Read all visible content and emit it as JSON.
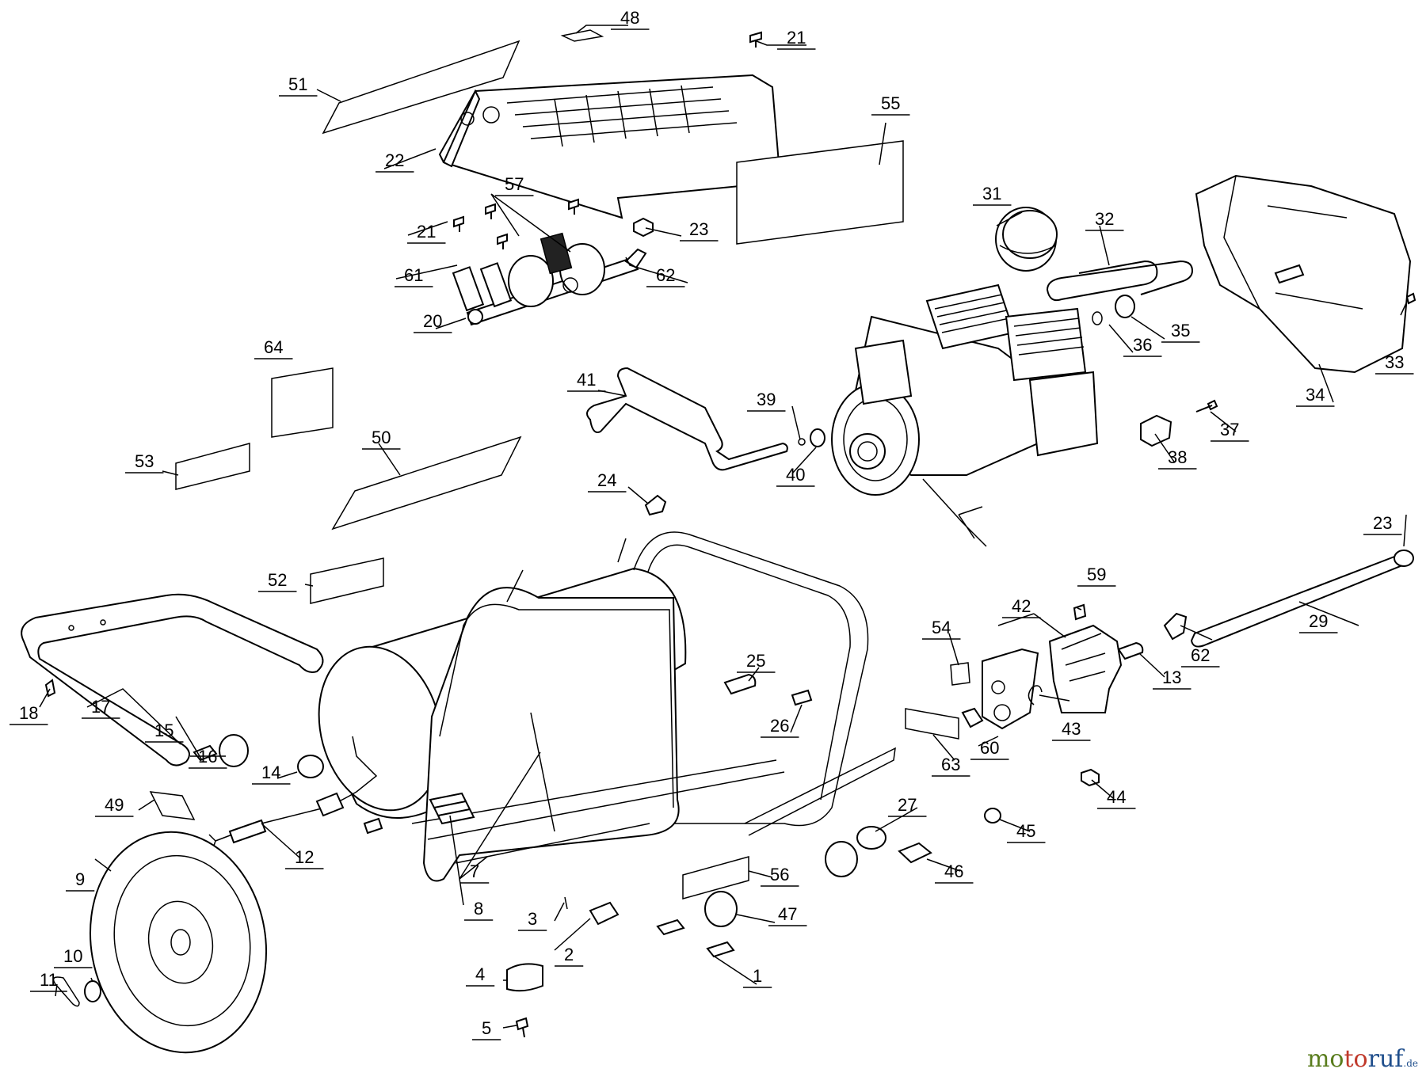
{
  "callouts": [
    "1",
    "2",
    "3",
    "4",
    "5",
    "7",
    "8",
    "9",
    "10",
    "11",
    "12",
    "13",
    "14",
    "15",
    "16",
    "17",
    "18",
    "20",
    "21",
    "21",
    "22",
    "23",
    "23",
    "24",
    "25",
    "26",
    "27",
    "29",
    "31",
    "32",
    "33",
    "34",
    "35",
    "36",
    "37",
    "38",
    "39",
    "40",
    "41",
    "42",
    "43",
    "44",
    "45",
    "46",
    "47",
    "48",
    "49",
    "50",
    "51",
    "52",
    "53",
    "54",
    "55",
    "56",
    "57",
    "59",
    "60",
    "61",
    "62",
    "62",
    "63",
    "64"
  ],
  "watermark": {
    "part1": "mo",
    "part2": "to",
    "part3": "ruf",
    "tld": ".de"
  },
  "colors": {
    "line": "#000000",
    "background": "#ffffff",
    "wm_green": "#5a7d1e",
    "wm_red": "#c0392b",
    "wm_blue": "#1f4e8c"
  }
}
